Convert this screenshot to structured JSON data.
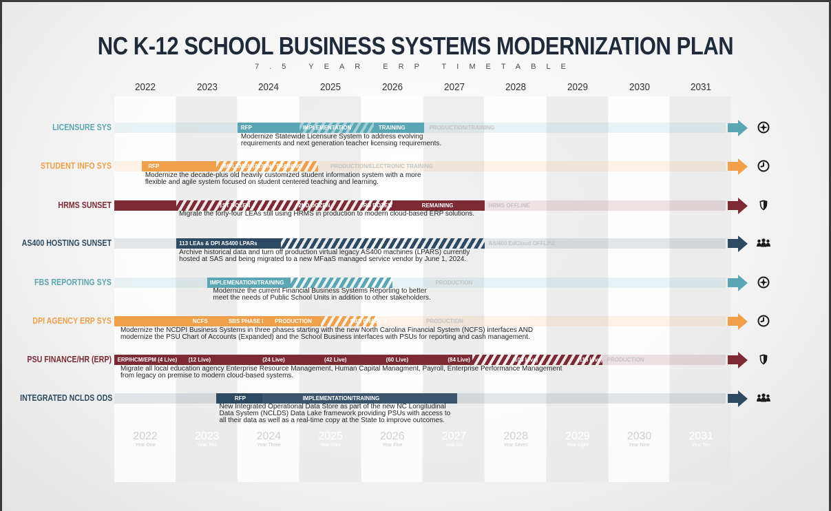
{
  "header": {
    "title": "NC K-12 SCHOOL BUSINESS SYSTEMS MODERNIZATION PLAN",
    "subtitle": "7.5 YEAR ERP TIMETABLE"
  },
  "years": [
    "2022",
    "2023",
    "2024",
    "2025",
    "2026",
    "2027",
    "2028",
    "2029",
    "2030",
    "2031"
  ],
  "year_subtitles": [
    "Year One",
    "Year Two",
    "Year Three",
    "Year Four",
    "Year Five",
    "Year Six",
    "Year Seven",
    "Year Eight",
    "Year Nine",
    "Year Ten"
  ],
  "colors": {
    "teal": "#5aa6b4",
    "orange": "#f0a04b",
    "maroon": "#7d2a35",
    "navy": "#2e4a63",
    "title": "#1f2b3a"
  },
  "rows": [
    {
      "label": "LICENSURE SYS",
      "color_key": "teal",
      "icon": "compass-icon",
      "segments": [
        "RFP",
        "IMPLEMENTATION",
        "TRAINING",
        "PRODUCTION/TRAINING"
      ],
      "description": [
        "Modernize Statewide Licensure System to address evolving",
        "requirements and next generation teacher licensing requirements."
      ]
    },
    {
      "label": "STUDENT INFO SYS",
      "color_key": "orange",
      "icon": "clock-icon",
      "segments": [
        "RFP",
        "IMPLEMENTATION / TRAINING",
        "PRODUCTION/ELECTRONIC TRAINING"
      ],
      "description": [
        "Modernize the decade-plus old heavily customized student information system with a more",
        "flexible and agile system focused on student centered teaching and learning."
      ]
    },
    {
      "label": "HRMS SUNSET",
      "color_key": "maroon",
      "icon": "shield-icon",
      "segments": [
        "1ST DOZEN",
        "2ND DOZEN",
        "3RD DOZEN",
        "REMAINING",
        "HRMS OFFLINE"
      ],
      "description": [
        "Migrate the forty-four LEAs still using HRMS in production to modern cloud-based ERP solutions."
      ]
    },
    {
      "label": "AS400 HOSTING SUNSET",
      "color_key": "navy",
      "icon": "people-icon",
      "segments": [
        "113 LEAs & DPI AS400 LPARs",
        "AS/400 EdCloud OFFLINE"
      ],
      "description": [
        "Archive historical data and turn off production virtual legacy AS400 machines (LPARS) currently",
        "hosted at SAS and being migrated to a new MFaaS managed service vendor by June 1, 2024."
      ]
    },
    {
      "label": "FBS REPORTING SYS",
      "color_key": "teal",
      "icon": "compass-icon",
      "segments": [
        "IMPLEMENATION/TRAINING",
        "PRODUCTION"
      ],
      "description": [
        "Modernize the current Financial Business Systems Reporting to better",
        "meet the needs of Public School Units in addition to other stakeholders."
      ]
    },
    {
      "label": "DPI AGENCY ERP SYS",
      "color_key": "orange",
      "icon": "clock-icon",
      "segments": [
        "NCFS",
        "SBS PHASE I",
        "PRODUCTION",
        "SBS PHASE II",
        "PRODUCTION"
      ],
      "description": [
        "Modernize the NCDPI Business Systems in three phases starting with the new North Carolina Financial System (NCFS) interfaces AND",
        "modernize the PSU Chart of Accounts (Expanded) and the School Business interfaces with PSUs for reporting and cash management."
      ]
    },
    {
      "label": "PSU FINANCE/HR (ERP)",
      "color_key": "maroon",
      "icon": "shield-icon",
      "segments": [
        "ERP/HCM/EPM (4 Live)",
        "(12 Live)",
        "(24 Live)",
        "(42 Live)",
        "(60 Live)",
        "(84 Live)",
        "(100 Live)",
        "(115 Live)",
        "PRODUCTION"
      ],
      "description": [
        "Migrate  all local education agency Enterprise Resource Management, Human Capital Managment, Payroll, Enterprise Performance Management",
        "from legacy on premise to modern cloud-based systems."
      ]
    },
    {
      "label": "INTEGRATED NCLDS ODS",
      "color_key": "navy",
      "icon": "people-icon",
      "segments": [
        "RFP",
        "IMPLEMENTATION/TRAINING"
      ],
      "description": [
        "New Integrated Operational Data Store as part of the new NC Longitudinal",
        "Data System (NCLDS) Data Lake framework providing PSUs with access to",
        "all their data as well as a real-time copy at the State to improve outcomes."
      ]
    }
  ]
}
